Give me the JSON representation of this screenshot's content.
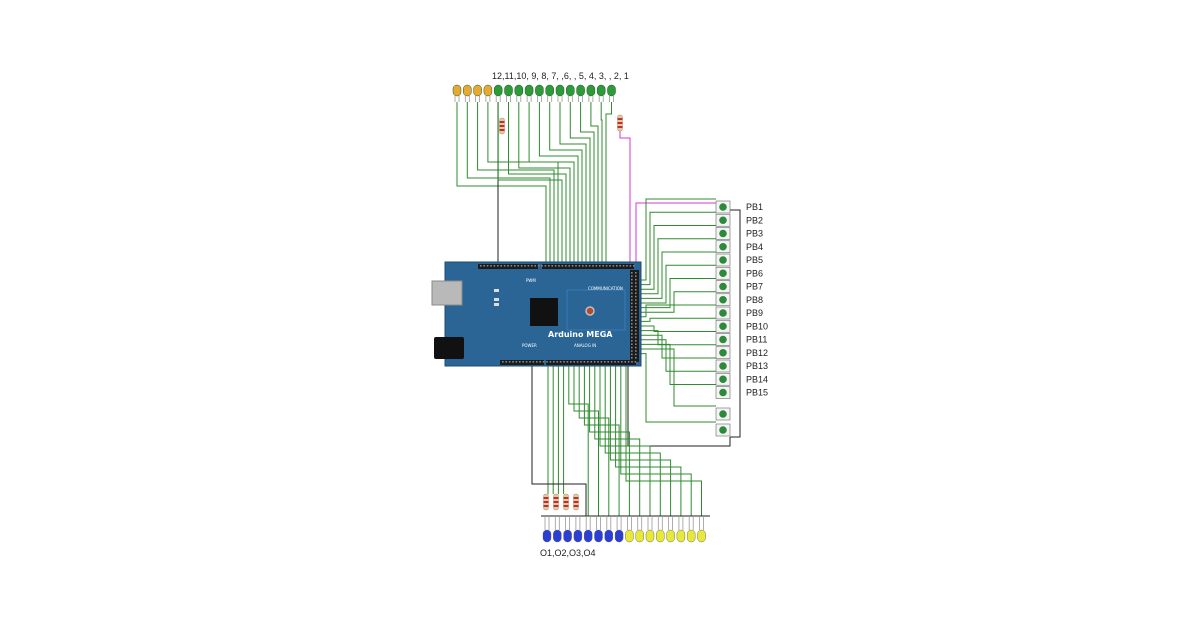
{
  "diagram": {
    "top_led_label": "12,11,10, 9, 8, 7, ,6, , 5, 4, 3, , 2, 1",
    "bottom_led_label": "O1,O2,O3,O4",
    "board": {
      "name": "Arduino MEGA",
      "pwm_label": "PWM",
      "communication_label": "COMMUNICATION",
      "power_label": "POWER",
      "analog_label": "ANALOG IN"
    },
    "pushbuttons": [
      "PB1",
      "PB2",
      "PB3",
      "PB4",
      "PB5",
      "PB6",
      "PB7",
      "PB8",
      "PB9",
      "PB10",
      "PB11",
      "PB12",
      "PB13",
      "PB14",
      "PB15"
    ],
    "top_leds": {
      "orange_count": 4,
      "green_count": 12
    },
    "bottom_leds": {
      "blue_count": 8,
      "yellow_count": 8
    },
    "colors": {
      "wire_green": "#2e8b2e",
      "wire_black": "#222222",
      "wire_magenta": "#d43ad4",
      "led_green": "#2f9a3a",
      "led_orange": "#e8a834",
      "led_blue": "#2b3fd6",
      "led_yellow": "#e8e83a",
      "board_blue": "#2a6596",
      "button_green": "#2d8a3a"
    }
  }
}
